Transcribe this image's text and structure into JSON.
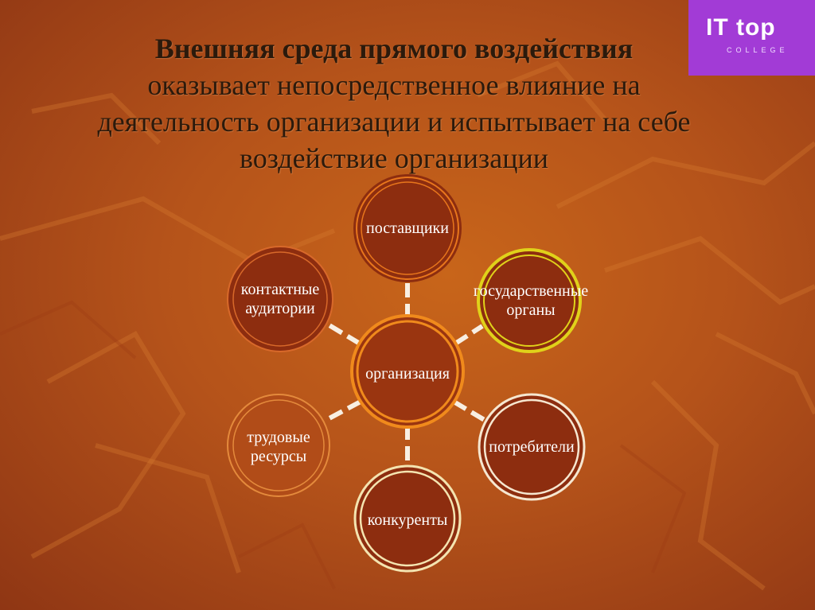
{
  "slide": {
    "title_bold": "Внешняя среда прямого воздействия",
    "title_rest_line1": "оказывает непосредственное влияние на",
    "title_rest_line2": "деятельность организации и испытывает на себе",
    "title_rest_line3": "воздействие организации"
  },
  "logo": {
    "text": "IT top",
    "subtext": "COLLEGE",
    "color": "#a23bd6"
  },
  "diagram": {
    "center": {
      "label": "организация"
    },
    "nodes": [
      {
        "id": "suppliers",
        "label": "поставщики"
      },
      {
        "id": "government",
        "label_line1": "государственные",
        "label_line2": "органы"
      },
      {
        "id": "consumers",
        "label": "потребители"
      },
      {
        "id": "competitors",
        "label": "конкуренты"
      },
      {
        "id": "labor",
        "label_line1": "трудовые",
        "label_line2": "ресурсы"
      },
      {
        "id": "audiences",
        "label_line1": "контактные",
        "label_line2": "аудитории"
      }
    ]
  },
  "colors": {
    "node_fill": "#8d2d0f",
    "ring_orange": "#e8761c",
    "ring_yellow": "#e0d21a",
    "ring_light": "#f6e7d0"
  }
}
